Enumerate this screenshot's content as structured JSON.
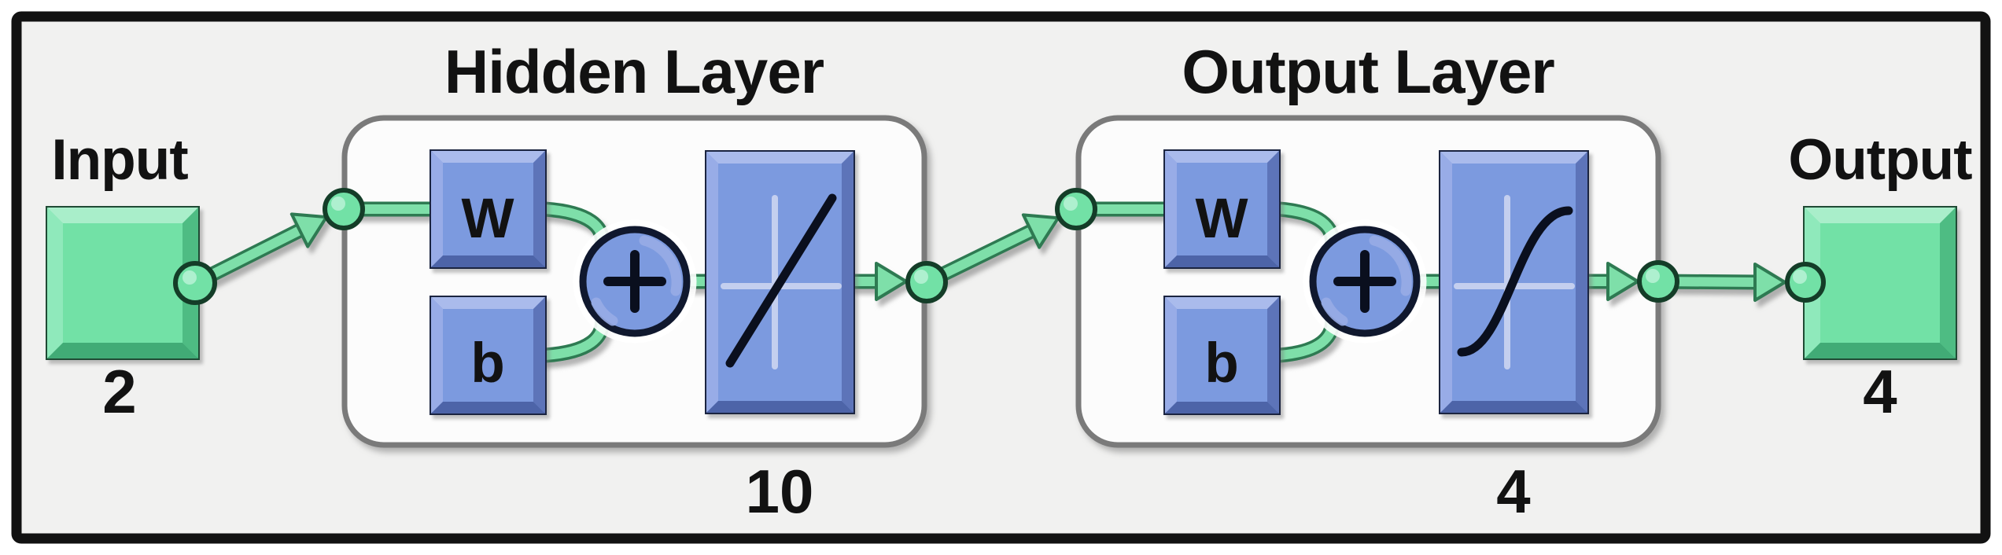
{
  "figure": {
    "type": "neural-network-architecture-diagram",
    "description": "Two-layer feedforward neural network view: Input -> Hidden Layer -> Output Layer -> Output"
  },
  "input": {
    "label": "Input",
    "size": "2"
  },
  "layers": [
    {
      "title": "Hidden Layer",
      "weight_label": "W",
      "bias_label": "b",
      "sum_symbol": "+",
      "transfer_icon": "linear-transfer-icon",
      "neurons": "10"
    },
    {
      "title": "Output Layer",
      "weight_label": "W",
      "bias_label": "b",
      "sum_symbol": "+",
      "transfer_icon": "sigmoid-transfer-icon",
      "neurons": "4"
    }
  ],
  "output": {
    "label": "Output",
    "size": "4"
  },
  "colors": {
    "bg-canvas": "#f1f1f0",
    "frame": "#121212",
    "box-fill": "#fcfcfc",
    "box-border": "#7a7a7a",
    "green-face": "#72e1a6",
    "green-outline": "#1f4a34",
    "conn-light": "#7edfa9",
    "conn-dark": "#2e7a52",
    "blue-face": "#7c9adf",
    "blue-outline": "#1b2440",
    "sum-ring": "#10182e",
    "icon-cross": "#c4cfef",
    "icon-stroke": "#0a0f1e",
    "text": "#121212"
  }
}
